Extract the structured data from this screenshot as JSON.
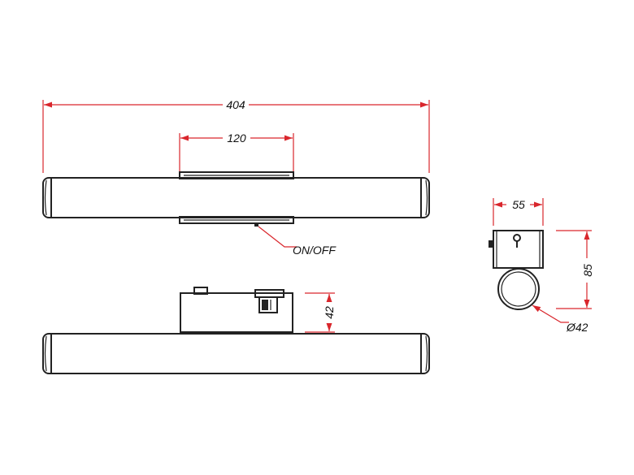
{
  "dimensions": {
    "length": "404",
    "bracket_width": "120",
    "housing_height": "42",
    "depth": "55",
    "projection": "85",
    "tube_diameter": "Ø42"
  },
  "labels": {
    "switch": "ON/OFF"
  },
  "colors": {
    "dimension_line": "#d9262c",
    "object_line": "#222222"
  }
}
